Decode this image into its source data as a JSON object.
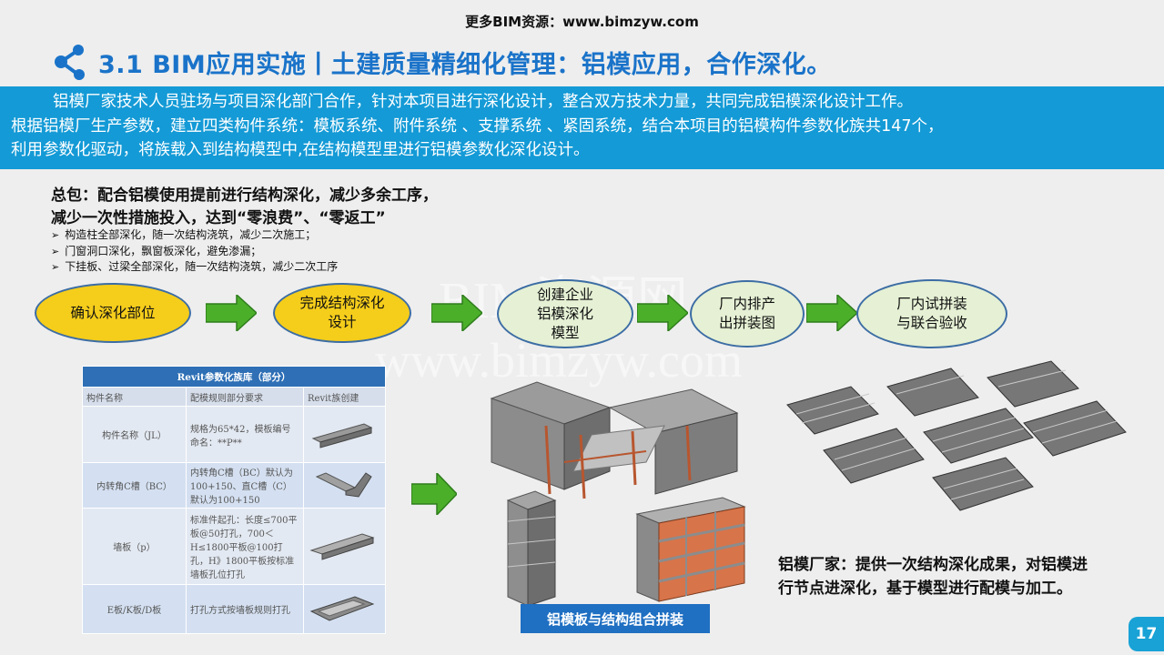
{
  "header": {
    "site_note": "更多BIM资源：www.bimzyw.com",
    "title": "3.1 BIM应用实施丨土建质量精细化管理：铝模应用，合作深化。"
  },
  "banner": {
    "lines": [
      "铝模厂家技术人员驻场与项目深化部门合作，针对本项目进行深化设计，整合双方技术力量，共同完成铝模深化设计工作。",
      "根据铝模厂生产参数，建立四类构件系统：模板系统、附件系统 、支撑系统 、紧固系统，结合本项目的铝模构件参数化族共147个，",
      "利用参数化驱动，将族载入到结构模型中,在结构模型里进行铝模参数化深化设计。"
    ]
  },
  "lead": {
    "line1": "总包：配合铝模使用提前进行结构深化，减少多余工序，",
    "line2": "减少一次性措施投入，达到“零浪费”、“零返工”",
    "bullets": [
      "构造柱全部深化，随一次结构浇筑，减少二次施工；",
      "门窗洞口深化，飘窗板深化，避免渗漏；",
      "下挂板、过梁全部深化，随一次结构浇筑，减少二次工序"
    ]
  },
  "watermark": {
    "line1": "BIM资源网",
    "line2": "www.bimzyw.com"
  },
  "flow": {
    "steps": [
      "确认深化部位",
      "完成结构深化设计",
      "创建企业铝模深化模型",
      "厂内排产出拼装图",
      "厂内试拼装与联合验收"
    ]
  },
  "table": {
    "title": "Revit参数化族库（部分）",
    "columns": [
      "构件名称",
      "配模规则部分要求",
      "Revit族创建"
    ],
    "rows": [
      {
        "name": "构件名称（JL）",
        "rule": "规格为65*42，模板编号命名：**P**"
      },
      {
        "name": "内转角C槽（BC）",
        "rule": "内转角C槽（BC）默认为100+150、直C槽（C）默认为100+150"
      },
      {
        "name": "墙板（p）",
        "rule": "标准件起孔：长度≤700平板@50打孔，700＜H≤1800平板@100打孔，H》1800平板按标准墙板孔位打孔"
      },
      {
        "name": "E板/K板/D板",
        "rule": "打孔方式按墙板规则打孔"
      }
    ]
  },
  "caption": "铝模板与结构组合拼装",
  "right_note": {
    "line1": "铝模厂家：提供一次结构深化成果，对铝模进",
    "line2": "行节点进深化，基于模型进行配模与加工。"
  },
  "page_number": "17",
  "colors": {
    "title_blue": "#1a73c9",
    "banner_blue": "#149ad6",
    "oval_yellow": "#f5cd1b",
    "oval_green": "#e5f0d4",
    "arrow_green": "#4caf2a"
  }
}
